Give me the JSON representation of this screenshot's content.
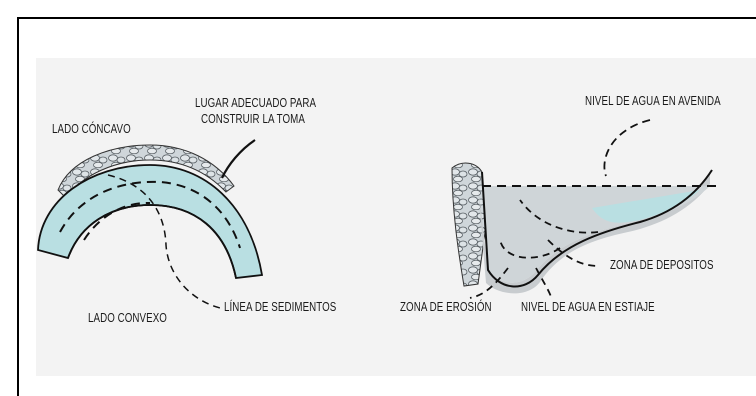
{
  "left_diagram": {
    "concave_side": "LADO CÓNCAVO",
    "intake_site_line1": "LUGAR ADECUADO PARA",
    "intake_site_line2": "CONSTRUIR LA TOMA",
    "convex_side": "LADO CONVEXO",
    "sediment_line": "LÍNEA DE SEDIMENTOS"
  },
  "right_diagram": {
    "flood_level": "NIVEL DE AGUA EN AVENIDA",
    "deposit_zone": "ZONA DE DEPOSITOS",
    "erosion_zone": "ZONA DE EROSIÓN",
    "low_water_level": "NIVEL DE AGUA EN ESTIAJE"
  },
  "colors": {
    "water": "#b9dfe2",
    "water_deep": "#a7d3d8",
    "bed": "#d9dcde",
    "rock": "#c7cfd4",
    "line": "#111111"
  }
}
